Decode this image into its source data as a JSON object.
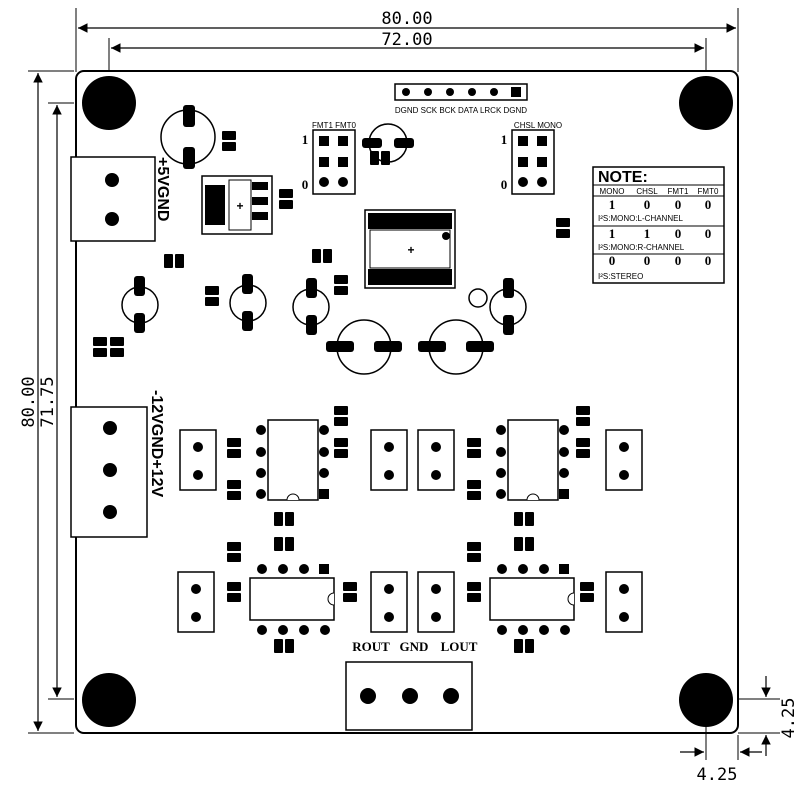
{
  "dimensions": {
    "outer_width": "80.00",
    "hole_span": "72.00",
    "outer_height": "80.00",
    "hole_span_vertical": "71.75",
    "corner_offset_x": "4.25",
    "corner_offset_y": "4.25"
  },
  "header_pins": {
    "label": "DGND  SCK  BCK  DATA  LRCK  DGND"
  },
  "jumpers_left": {
    "title": "FMT1  FMT0",
    "row1": "1",
    "row0": "0"
  },
  "jumpers_right": {
    "title": "CHSL  MONO",
    "row1": "1",
    "row0": "0"
  },
  "power_5v": {
    "label": "+5VGND"
  },
  "power_12v": {
    "label": "-12VGND+12V"
  },
  "output": {
    "rout": "ROUT",
    "gnd": "GND",
    "lout": "LOUT"
  },
  "note": {
    "title": "NOTE:",
    "headers": [
      "MONO",
      "CHSL",
      "FMT1",
      "FMT0"
    ],
    "rows": [
      {
        "values": [
          "1",
          "0",
          "0",
          "0"
        ],
        "caption": "I²S:MONO:L-CHANNEL"
      },
      {
        "values": [
          "1",
          "1",
          "0",
          "0"
        ],
        "caption": "I²S:MONO:R-CHANNEL"
      },
      {
        "values": [
          "0",
          "0",
          "0",
          "0"
        ],
        "caption": "I²S:STEREO"
      }
    ]
  }
}
